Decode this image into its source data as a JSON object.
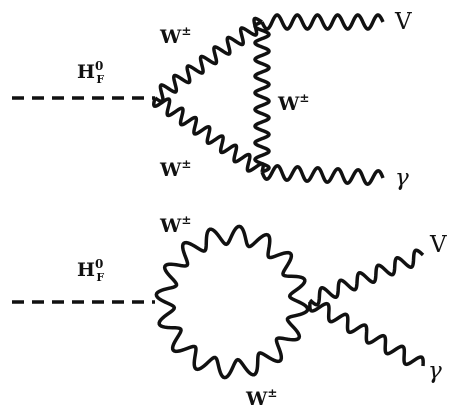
{
  "colors": {
    "line": "#111111",
    "background": "#ffffff"
  },
  "diagrams": [
    {
      "kind": "triangle-loop",
      "labels": {
        "scalar": "H",
        "scalar_sup": "0",
        "scalar_sub": "F",
        "boson": "W",
        "boson_sup": "±",
        "out_top": "V",
        "out_bottom": "γ"
      }
    },
    {
      "kind": "bubble-loop",
      "labels": {
        "scalar": "H",
        "scalar_sup": "0",
        "scalar_sub": "F",
        "boson": "W",
        "boson_sup": "±",
        "out_top": "V",
        "out_bottom": "γ"
      }
    }
  ]
}
